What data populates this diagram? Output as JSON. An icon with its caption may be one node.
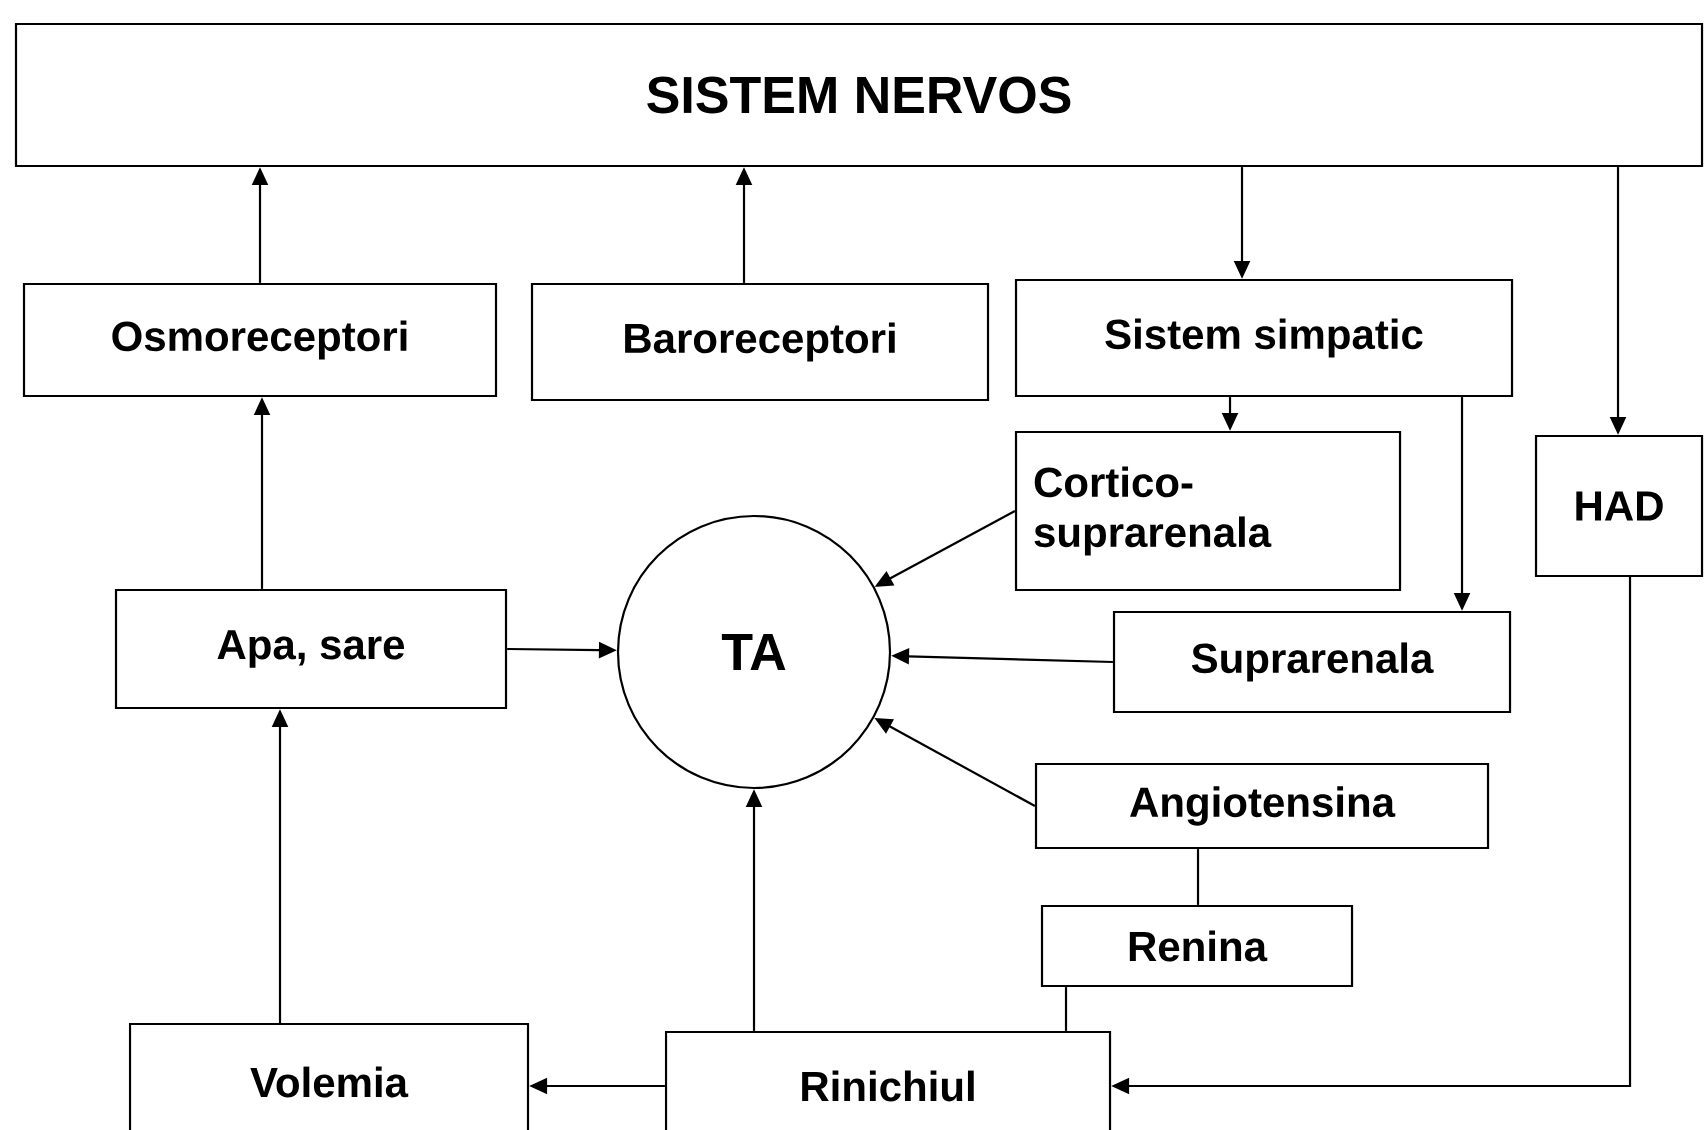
{
  "diagram": {
    "nodes": [
      {
        "text": [
          "SISTEM NERVOS"
        ]
      },
      {
        "text": [
          "Osmoreceptori"
        ]
      },
      {
        "text": [
          "Baroreceptori"
        ]
      },
      {
        "text": [
          "Sistem simpatic"
        ]
      },
      {
        "text": [
          "Cortico- suprarenala"
        ]
      },
      {
        "text": [
          "HAD"
        ]
      },
      {
        "text": [
          "Apa, sare"
        ]
      },
      {
        "text": [
          "TA"
        ]
      },
      {
        "text": [
          "Suprarenala"
        ]
      },
      {
        "text": [
          "Angiotensina"
        ]
      },
      {
        "text": [
          "Renina"
        ]
      },
      {
        "text": [
          "Volemia"
        ]
      },
      {
        "text": [
          "Rinichiul"
        ]
      }
    ],
    "edges": [
      {
        "from": 1,
        "to": 0,
        "arrow": "to"
      },
      {
        "from": 2,
        "to": 0,
        "arrow": "to"
      },
      {
        "from": 0,
        "to": 3,
        "arrow": "to"
      },
      {
        "from": 0,
        "to": 5,
        "arrow": "to"
      },
      {
        "from": 6,
        "to": 1,
        "arrow": "to"
      },
      {
        "from": 3,
        "to": 4,
        "arrow": "to"
      },
      {
        "from": 3,
        "to": 8,
        "arrow": "to"
      },
      {
        "from": 4,
        "to": 7,
        "arrow": "to"
      },
      {
        "from": 6,
        "to": 7,
        "arrow": "to"
      },
      {
        "from": 8,
        "to": 7,
        "arrow": "to"
      },
      {
        "from": 9,
        "to": 7,
        "arrow": "to"
      },
      {
        "from": 9,
        "to": 10,
        "arrow": "none"
      },
      {
        "from": 10,
        "to": 12,
        "arrow": "none"
      },
      {
        "from": 11,
        "to": 6,
        "arrow": "to"
      },
      {
        "from": 12,
        "to": 7,
        "arrow": "to"
      },
      {
        "from": 12,
        "to": 11,
        "arrow": "to"
      },
      {
        "from": 5,
        "to": 12,
        "arrow": "to"
      }
    ]
  }
}
